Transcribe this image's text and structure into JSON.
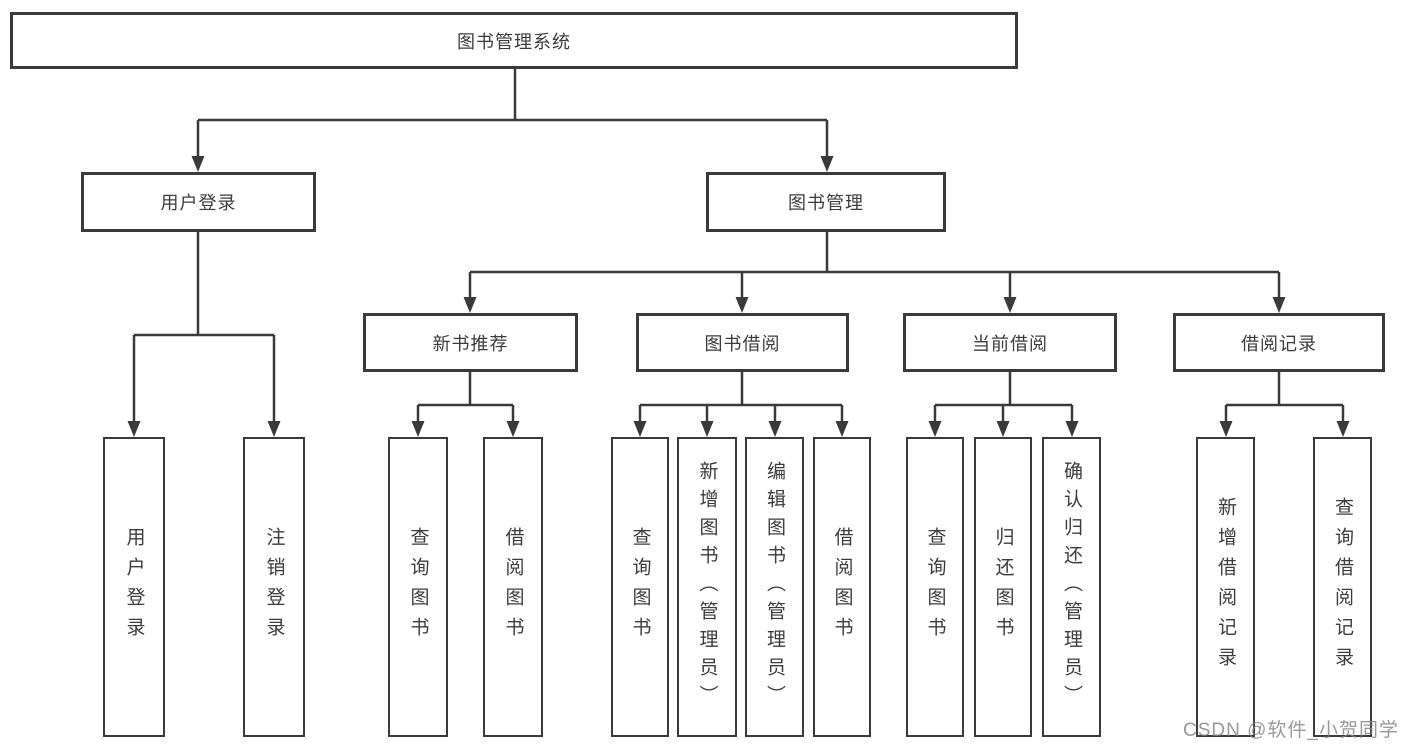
{
  "diagram_type": "hierarchy-flowchart",
  "tree": {
    "label": "图书管理系统",
    "children": [
      {
        "label": "用户登录",
        "children": [
          {
            "label": "用户登录"
          },
          {
            "label": "注销登录"
          }
        ]
      },
      {
        "label": "图书管理",
        "children": [
          {
            "label": "新书推荐",
            "children": [
              {
                "label": "查询图书"
              },
              {
                "label": "借阅图书"
              }
            ]
          },
          {
            "label": "图书借阅",
            "children": [
              {
                "label": "查询图书"
              },
              {
                "label": "新增图书（管理员）"
              },
              {
                "label": "编辑图书（管理员）"
              },
              {
                "label": "借阅图书"
              }
            ]
          },
          {
            "label": "当前借阅",
            "children": [
              {
                "label": "查询图书"
              },
              {
                "label": "归还图书"
              },
              {
                "label": "确认归还（管理员）"
              }
            ]
          },
          {
            "label": "借阅记录",
            "children": [
              {
                "label": "新增借阅记录"
              },
              {
                "label": "查询借阅记录"
              }
            ]
          }
        ]
      }
    ]
  },
  "watermark": {
    "text": "CSDN @软件_小贺同学"
  },
  "colors": {
    "line": "#3a3a3a",
    "box_border": "#3a3a3a",
    "text": "#3c3c3c",
    "background": "#ffffff",
    "watermark": "#828282"
  }
}
